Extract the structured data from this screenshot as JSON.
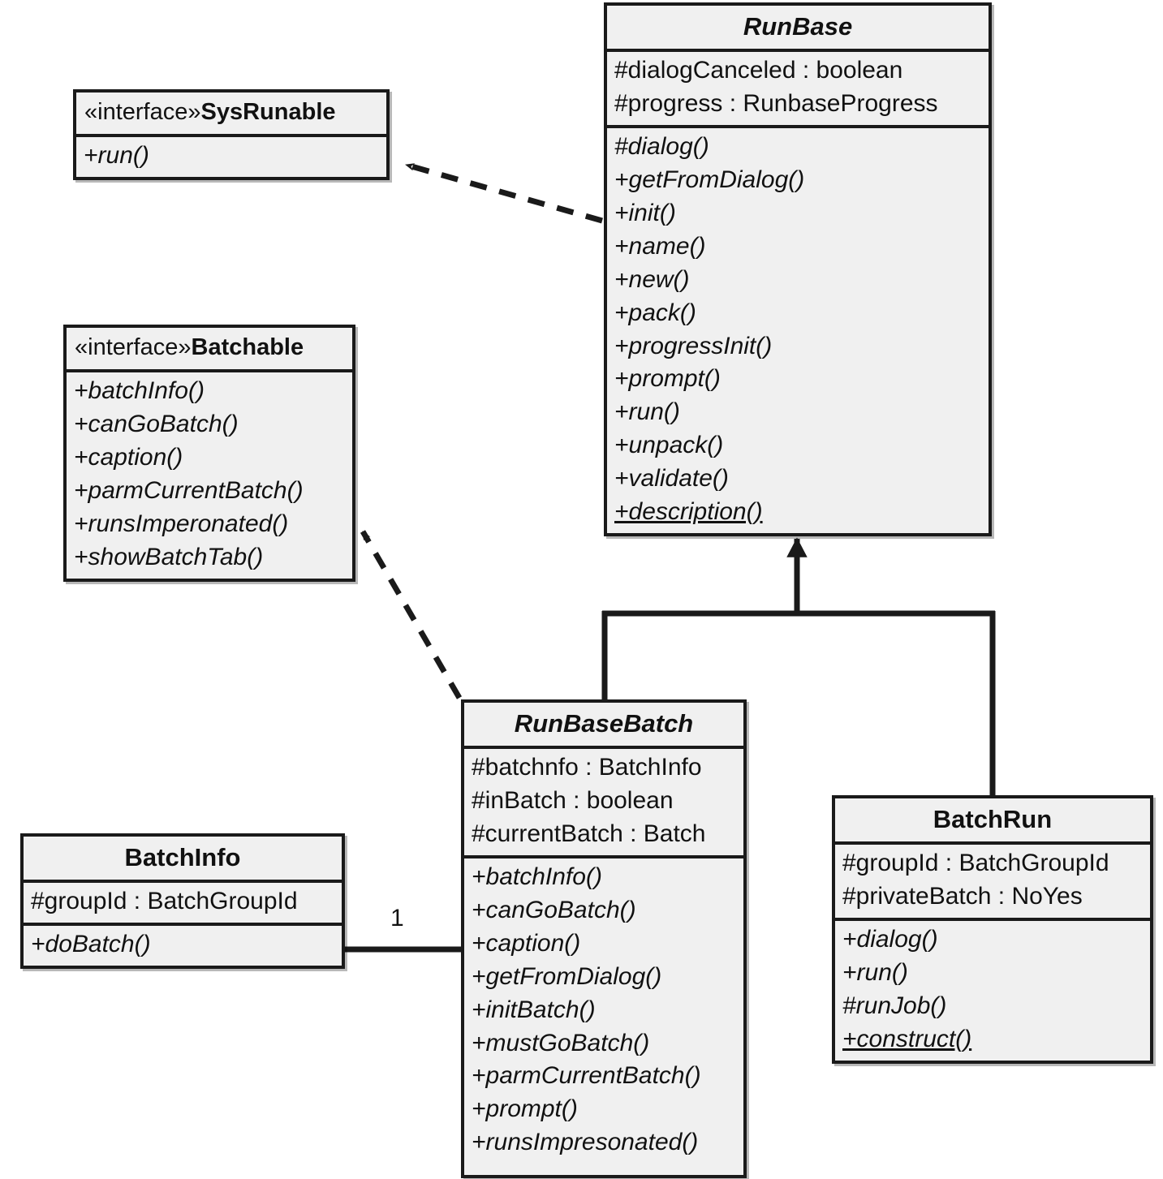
{
  "diagram": {
    "type": "uml-class-diagram",
    "title": "",
    "background_color": "#ffffff",
    "box_fill_color": "#f0f0f0",
    "line_color": "#1a1a1a"
  },
  "classes": {
    "sysrunable": {
      "stereotype": "«interface»",
      "name": "SysRunable",
      "is_abstract": false,
      "is_interface": true,
      "attributes": [],
      "operations": [
        {
          "text": "+run()",
          "static": false
        }
      ]
    },
    "batchable": {
      "stereotype": "«interface»",
      "name": "Batchable",
      "is_abstract": false,
      "is_interface": true,
      "attributes": [],
      "operations": [
        {
          "text": "+batchInfo()",
          "static": false
        },
        {
          "text": "+canGoBatch()",
          "static": false
        },
        {
          "text": "+caption()",
          "static": false
        },
        {
          "text": "+parmCurrentBatch()",
          "static": false
        },
        {
          "text": "+runsImperonated()",
          "static": false
        },
        {
          "text": "+showBatchTab()",
          "static": false
        }
      ]
    },
    "runbase": {
      "stereotype": "",
      "name": "RunBase",
      "is_abstract": true,
      "is_interface": false,
      "attributes": [
        {
          "text": "#dialogCanceled : boolean"
        },
        {
          "text": "#progress : RunbaseProgress"
        }
      ],
      "operations": [
        {
          "text": "#dialog()",
          "static": false
        },
        {
          "text": "+getFromDialog()",
          "static": false
        },
        {
          "text": "+init()",
          "static": false
        },
        {
          "text": "+name()",
          "static": false
        },
        {
          "text": "+new()",
          "static": false
        },
        {
          "text": "+pack()",
          "static": false
        },
        {
          "text": "+progressInit()",
          "static": false
        },
        {
          "text": "+prompt()",
          "static": false
        },
        {
          "text": "+run()",
          "static": false
        },
        {
          "text": "+unpack()",
          "static": false
        },
        {
          "text": "+validate()",
          "static": false
        },
        {
          "text": "+description()",
          "static": true
        }
      ]
    },
    "runbasebatch": {
      "stereotype": "",
      "name": "RunBaseBatch",
      "is_abstract": true,
      "is_interface": false,
      "attributes": [
        {
          "text": "#batchnfo : BatchInfo"
        },
        {
          "text": "#inBatch : boolean"
        },
        {
          "text": "#currentBatch : Batch"
        }
      ],
      "operations": [
        {
          "text": "+batchInfo()",
          "static": false
        },
        {
          "text": "+canGoBatch()",
          "static": false
        },
        {
          "text": "+caption()",
          "static": false
        },
        {
          "text": "+getFromDialog()",
          "static": false
        },
        {
          "text": "+initBatch()",
          "static": false
        },
        {
          "text": "+mustGoBatch()",
          "static": false
        },
        {
          "text": "+parmCurrentBatch()",
          "static": false
        },
        {
          "text": "+prompt()",
          "static": false
        },
        {
          "text": "+runsImpresonated()",
          "static": false
        }
      ]
    },
    "batchrun": {
      "stereotype": "",
      "name": "BatchRun",
      "is_abstract": false,
      "is_interface": false,
      "attributes": [
        {
          "text": "#groupId : BatchGroupId"
        },
        {
          "text": "#privateBatch : NoYes"
        }
      ],
      "operations": [
        {
          "text": "+dialog()",
          "static": false
        },
        {
          "text": "+run()",
          "static": false
        },
        {
          "text": "#runJob()",
          "static": false
        },
        {
          "text": "+construct()",
          "static": true
        }
      ]
    },
    "batchinfo": {
      "stereotype": "",
      "name": "BatchInfo",
      "is_abstract": false,
      "is_interface": false,
      "attributes": [
        {
          "text": "#groupId : BatchGroupId"
        }
      ],
      "operations": [
        {
          "text": "+doBatch()",
          "static": false
        }
      ]
    }
  },
  "relationships": [
    {
      "kind": "realization",
      "style": "dashed-open-arrow",
      "from": "RunBase",
      "to": "SysRunable",
      "label": ""
    },
    {
      "kind": "realization",
      "style": "dashed-open-arrow",
      "from": "RunBaseBatch",
      "to": "Batchable",
      "label": ""
    },
    {
      "kind": "generalization",
      "style": "solid-closed-arrow",
      "from": "RunBaseBatch",
      "to": "RunBase",
      "label": ""
    },
    {
      "kind": "generalization",
      "style": "solid-closed-arrow",
      "from": "BatchRun",
      "to": "RunBase",
      "label": ""
    },
    {
      "kind": "association",
      "style": "solid-line",
      "from": "BatchInfo",
      "to": "RunBaseBatch",
      "label": "1"
    }
  ],
  "edge_labels": {
    "batchinfo_multiplicity": "1"
  }
}
